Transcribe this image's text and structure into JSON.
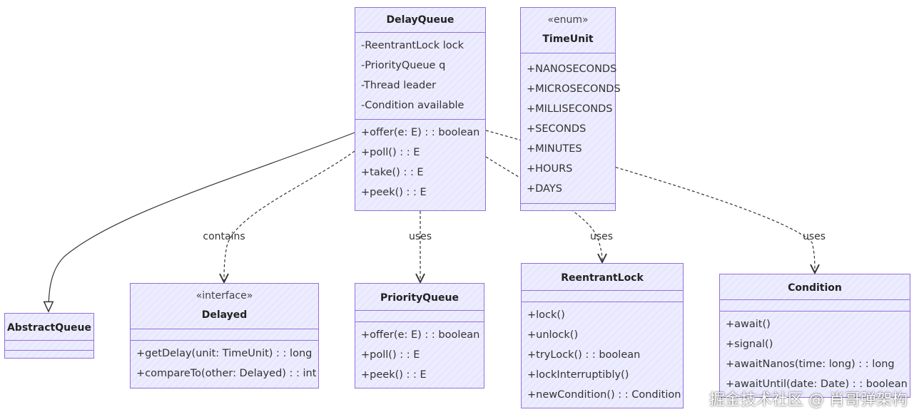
{
  "classes": {
    "delay_queue": {
      "name": "DelayQueue",
      "attributes": [
        "-ReentrantLock lock",
        "-PriorityQueue q",
        "-Thread leader",
        "-Condition available"
      ],
      "methods": [
        "+offer(e: E) : : boolean",
        "+poll() : : E",
        "+take() : : E",
        "+peek() : : E"
      ]
    },
    "time_unit": {
      "stereotype": "«enum»",
      "name": "TimeUnit",
      "attributes": [
        "+NANOSECONDS",
        "+MICROSECONDS",
        "+MILLISECONDS",
        "+SECONDS",
        "+MINUTES",
        "+HOURS",
        "+DAYS"
      ]
    },
    "abstract_queue": {
      "name": "AbstractQueue"
    },
    "delayed": {
      "stereotype": "«interface»",
      "name": "Delayed",
      "methods": [
        "+getDelay(unit: TimeUnit) : : long",
        "+compareTo(other: Delayed) : : int"
      ]
    },
    "priority_queue": {
      "name": "PriorityQueue",
      "methods": [
        "+offer(e: E) : : boolean",
        "+poll() : : E",
        "+peek() : : E"
      ]
    },
    "reentrant_lock": {
      "name": "ReentrantLock",
      "methods": [
        "+lock()",
        "+unlock()",
        "+tryLock() : : boolean",
        "+lockInterruptibly()",
        "+newCondition() : : Condition"
      ]
    },
    "condition": {
      "name": "Condition",
      "methods": [
        "+await()",
        "+signal()",
        "+awaitNanos(time: long) : : long",
        "+awaitUntil(date: Date) : : boolean"
      ]
    }
  },
  "edge_labels": {
    "contains": "contains",
    "uses_priority_queue": "uses",
    "uses_reentrant_lock": "uses",
    "uses_condition": "uses"
  },
  "watermark": "掘金技术社区 @ 肖哥弹架构",
  "colors": {
    "box_fill": "#ececff",
    "box_border": "#9370db",
    "edge": "#333333"
  }
}
